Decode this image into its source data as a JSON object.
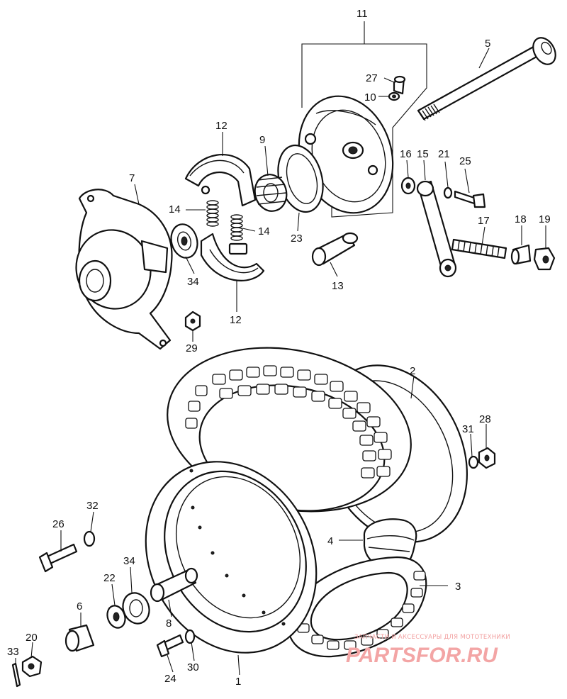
{
  "callouts": {
    "n1": "1",
    "n2": "2",
    "n3": "3",
    "n4": "4",
    "n5": "5",
    "n6": "6",
    "n7": "7",
    "n8": "8",
    "n9": "9",
    "n10": "10",
    "n11": "11",
    "n12a": "12",
    "n12b": "12",
    "n13": "13",
    "n14a": "14",
    "n14b": "14",
    "n15": "15",
    "n16": "16",
    "n17": "17",
    "n18": "18",
    "n19": "19",
    "n20": "20",
    "n21": "21",
    "n22": "22",
    "n23": "23",
    "n24": "24",
    "n25": "25",
    "n26": "26",
    "n27": "27",
    "n28": "28",
    "n29": "29",
    "n30": "30",
    "n31": "31",
    "n32": "32",
    "n33": "33",
    "n34a": "34",
    "n34b": "34"
  },
  "watermark": {
    "tagline": "ЗАПЧАСТИ И АКСЕССУАРЫ ДЛЯ МОТОТЕХНИКИ",
    "logo": "PARTSFOR.RU"
  },
  "colors": {
    "line": "#111111",
    "background": "#ffffff",
    "watermark": "#f3a5a5"
  }
}
